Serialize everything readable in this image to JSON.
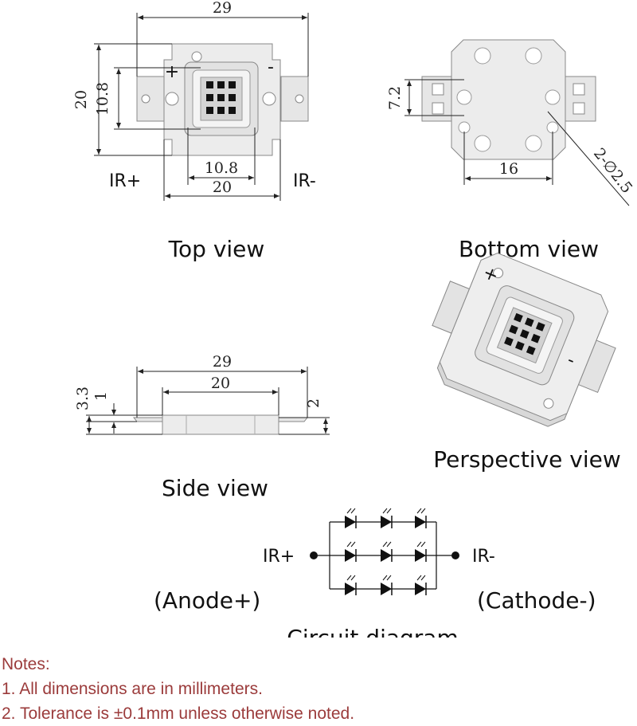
{
  "top_view": {
    "dim_width_overall": "29",
    "dim_height": "20",
    "dim_die_height": "10.8",
    "dim_die_width": "10.8",
    "dim_body_width": "20",
    "plus_mark": "+",
    "minus_mark": "-",
    "pin_left": "IR+",
    "pin_right": "IR-",
    "caption": "Top view"
  },
  "bottom_view": {
    "dim_hole_offset": "7.2",
    "dim_hole_spacing": "16",
    "dim_hole_dia": "2-∅2.5",
    "caption": "Bottom view"
  },
  "perspective_view": {
    "plus_mark": "+",
    "minus_mark": "-",
    "caption": "Perspective view"
  },
  "side_view": {
    "dim_overall": "29",
    "dim_body": "20",
    "dim_total_height": "3.3",
    "dim_tab": "1",
    "dim_body_height": "2",
    "caption": "Side view"
  },
  "circuit": {
    "anode_pin": "IR+",
    "cathode_pin": "IR-",
    "anode_label": "(Anode+)",
    "cathode_label": "(Cathode-)",
    "caption": "Circuit diagram",
    "led_rows": 3,
    "led_cols": 3
  },
  "notes": {
    "heading": "Notes:",
    "items": [
      "1. All dimensions are in millimeters.",
      "2. Tolerance is ±0.1mm unless otherwise noted."
    ]
  },
  "colors": {
    "notes_text": "#9b3b3b",
    "chip": "#e9e9e9",
    "chip_outline": "#8a8a8a",
    "die": "#d0d0d0",
    "led_emitter": "#111111"
  }
}
